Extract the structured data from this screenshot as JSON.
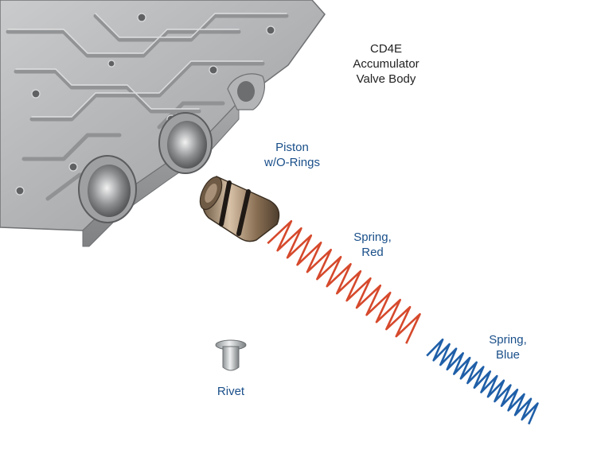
{
  "title": {
    "lines": [
      "CD4E",
      "Accumulator",
      "Valve Body"
    ]
  },
  "parts": {
    "piston": {
      "lines": [
        "Piston",
        "w/O-Rings"
      ]
    },
    "spring_red": {
      "lines": [
        "Spring,",
        "Red"
      ],
      "color": "#d6492c"
    },
    "spring_blue": {
      "lines": [
        "Spring,",
        "Blue"
      ],
      "color": "#1f5fa8"
    },
    "rivet": {
      "lines": [
        "Rivet"
      ]
    }
  },
  "colors": {
    "label_blue": "#1a4f8a",
    "title_text": "#222222",
    "casting": "#b7b9bb"
  }
}
